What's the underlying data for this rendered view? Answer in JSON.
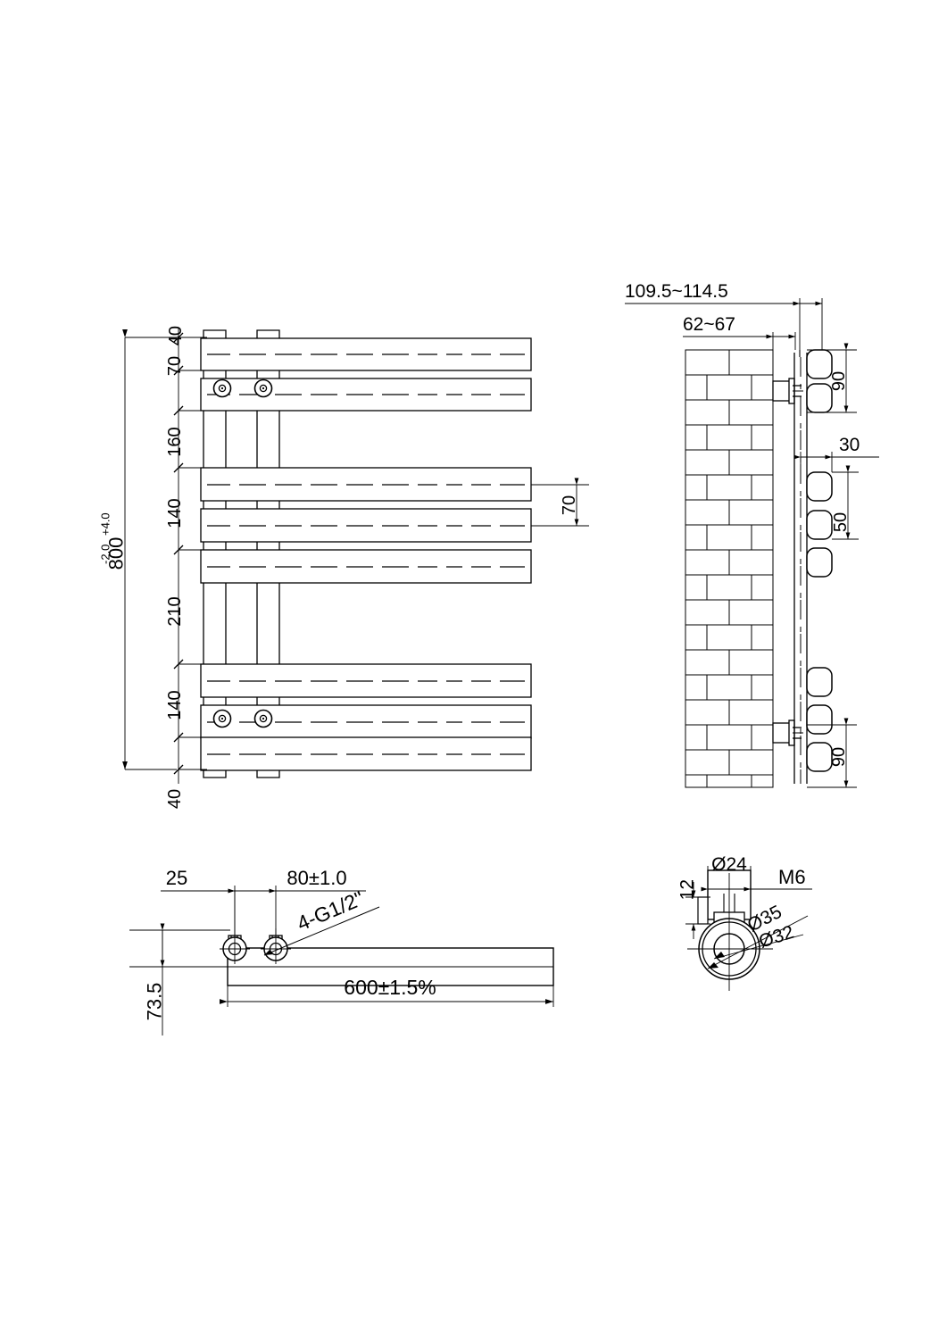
{
  "drawing": {
    "title": "Towel rail radiator technical drawing",
    "line_color": "#000000",
    "background": "#ffffff",
    "views": [
      {
        "name": "front-view",
        "label": ""
      },
      {
        "name": "side-view-wall-section",
        "label": ""
      },
      {
        "name": "bottom-view",
        "label": ""
      },
      {
        "name": "valve-detail-view",
        "label": ""
      }
    ]
  },
  "front_view": {
    "overall_height": "800",
    "overall_height_tol_upper": "+4.0",
    "overall_height_tol_lower": "-2.0",
    "segments": [
      {
        "name": "top-margin",
        "value": "40"
      },
      {
        "name": "top-pair-gap",
        "value": "70"
      },
      {
        "name": "upper-open-span",
        "value": "160"
      },
      {
        "name": "mid-bar-gap",
        "value": "140"
      },
      {
        "name": "lower-open-span",
        "value": "210"
      },
      {
        "name": "lower-bar-gap",
        "value": "140"
      },
      {
        "name": "bottom-margin",
        "value": "40"
      }
    ],
    "right_dim": "70"
  },
  "side_view": {
    "total_depth": "109.5~114.5",
    "wall_thickness": "62~67",
    "top_group": "90",
    "rail_offset": "30",
    "rail_pitch": "50",
    "bottom_group": "90"
  },
  "bottom_view": {
    "edge_offset": "25",
    "port_spacing": "80±1.0",
    "thread_note": "4-G1/2\"",
    "depth": "73.5",
    "width": "600±1.5%"
  },
  "detail_view": {
    "boss_dia": "Ø24",
    "thread": "M6",
    "boss_height": "12",
    "outer_dia": "Ø35",
    "inner_dia": "Ø32"
  }
}
